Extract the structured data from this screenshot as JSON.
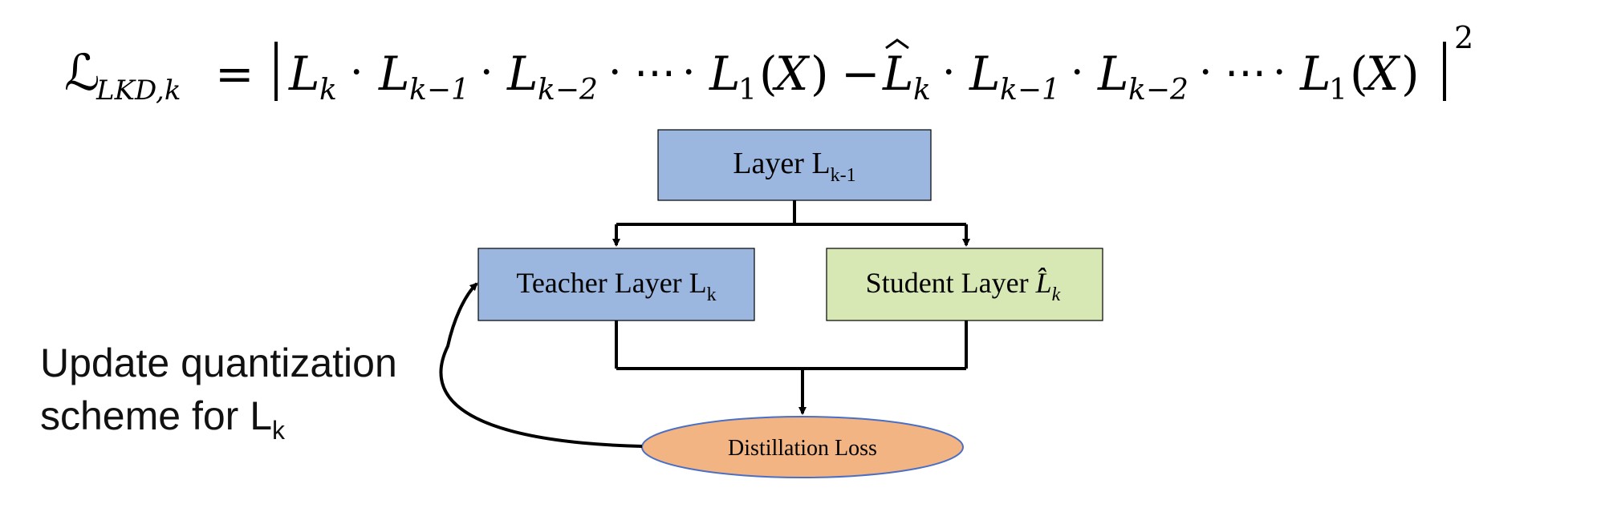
{
  "formula": {
    "lhs_symbol": "ℒ",
    "lhs_subscript": "LKD,k",
    "equals": "=",
    "teacher_term": "L_k · L_{k−1} · L_{k−2} · ⋯ · L_1(X)",
    "minus": "−",
    "student_term": "L̂_k · L_{k−1} · L_{k−2} · ⋯ · L_1(X)",
    "exponent": "2"
  },
  "nodes": {
    "prev_layer": {
      "label": "Layer L",
      "subscript": "k-1",
      "color": "#9bb7e0"
    },
    "teacher_layer": {
      "label": "Teacher Layer L",
      "subscript": "k",
      "color": "#9bb7e0"
    },
    "student_layer": {
      "label": "Student Layer ",
      "symbol": "L̂",
      "subscript": "k",
      "color": "#d8e8b4"
    },
    "loss": {
      "label": "Distillation Loss",
      "color": "#f2b483",
      "border": "#4a6fc4"
    }
  },
  "feedback": {
    "line1": "Update quantization",
    "line2": "scheme for L",
    "subscript": "k"
  }
}
